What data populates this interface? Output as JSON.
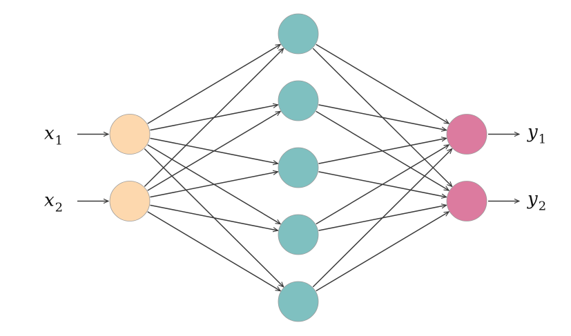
{
  "diagram": {
    "colors": {
      "input": "#fdd8ae",
      "hidden": "#7fc0c0",
      "output": "#dc7b9f",
      "edge": "#3a3a3a",
      "node_stroke": "#9a9a9a"
    },
    "layers": [
      {
        "role": "input",
        "count": 2
      },
      {
        "role": "hidden",
        "count": 5
      },
      {
        "role": "output",
        "count": 2
      }
    ],
    "inputs": [
      {
        "var": "x",
        "sub": "1"
      },
      {
        "var": "x",
        "sub": "2"
      }
    ],
    "outputs": [
      {
        "var": "y",
        "sub": "1"
      },
      {
        "var": "y",
        "sub": "2"
      }
    ],
    "connectivity": "fully-connected"
  }
}
